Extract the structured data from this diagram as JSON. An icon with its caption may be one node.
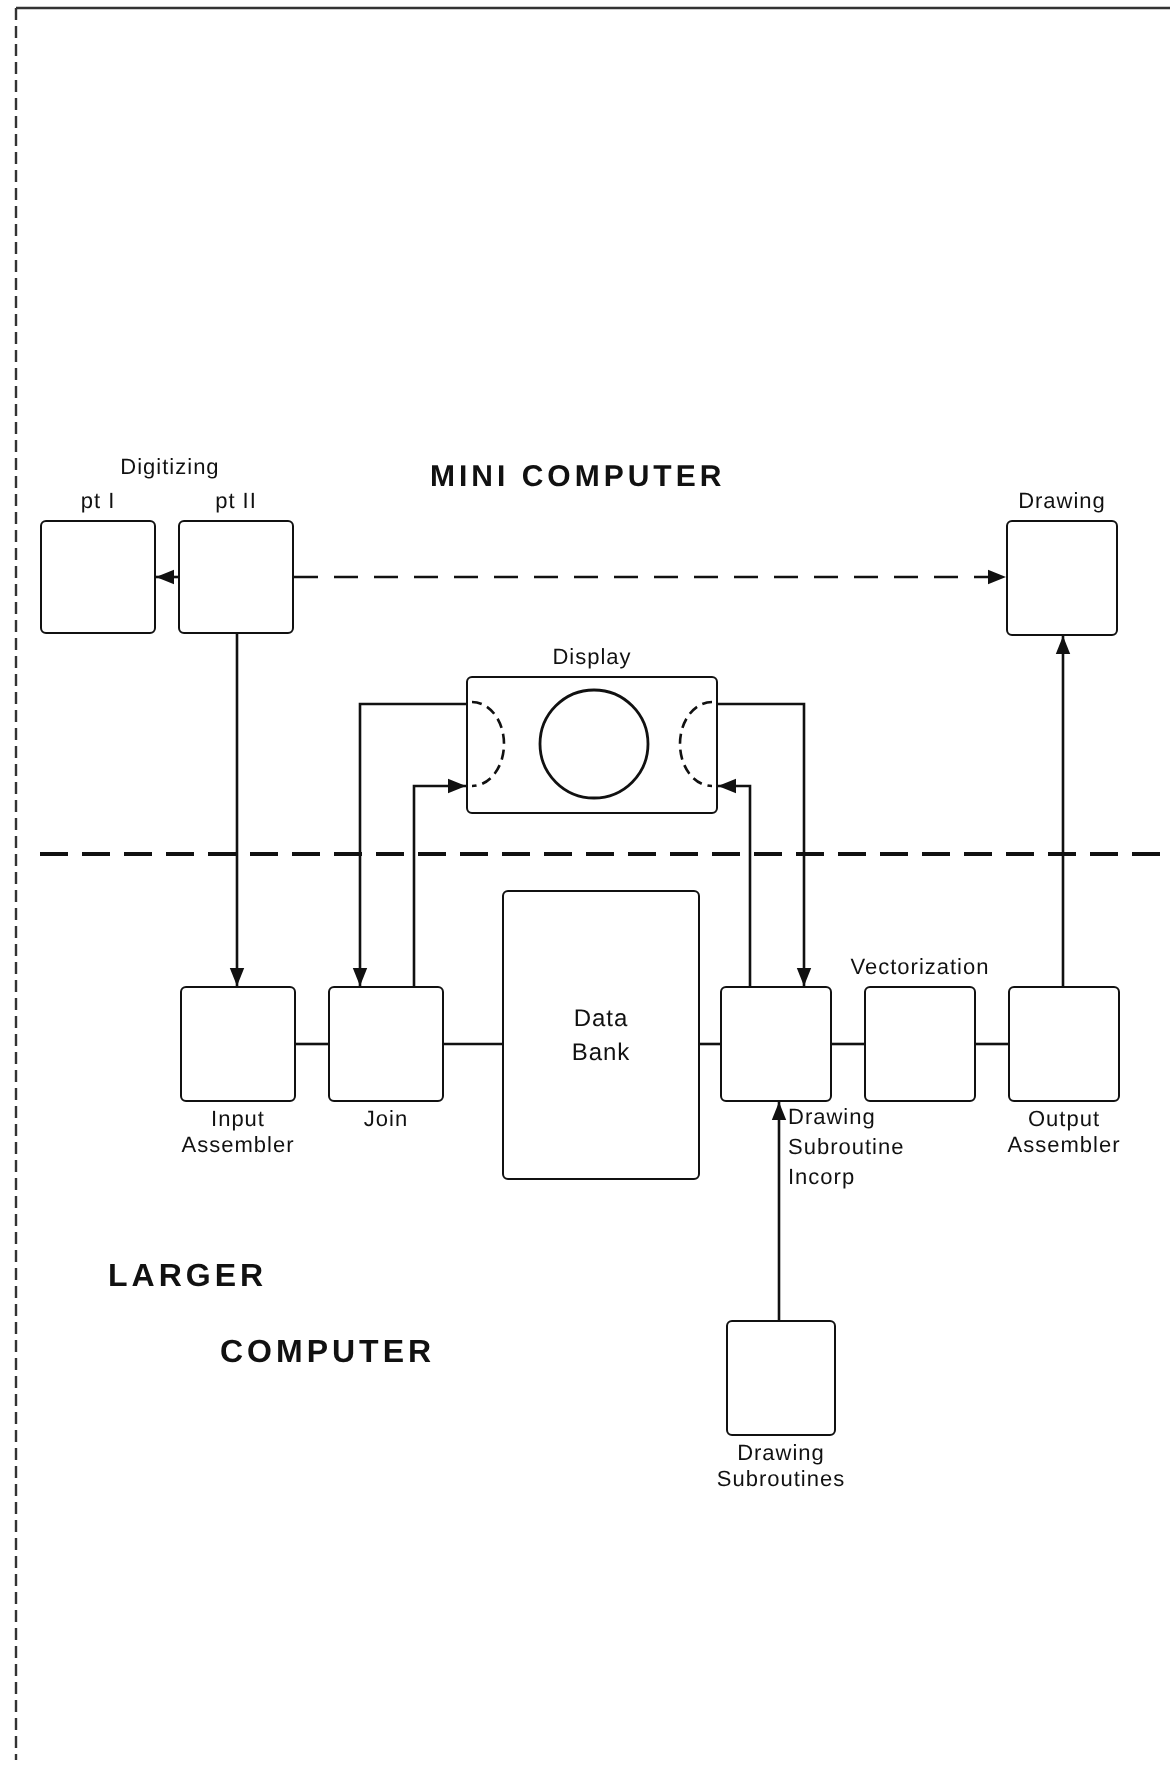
{
  "diagram": {
    "nodes": [
      {
        "text": [
          "pt I"
        ]
      },
      {
        "text": [
          "pt II"
        ]
      },
      {
        "text": [
          "Drawing"
        ]
      },
      {
        "text": [
          "Display"
        ]
      },
      {
        "text": [
          "Input Assembler"
        ]
      },
      {
        "text": [
          "Join"
        ]
      },
      {
        "text": [
          "Data Bank"
        ]
      },
      {
        "text": [
          "Drawing Subroutine Incorp"
        ]
      },
      {
        "text": [
          "Vectorization"
        ]
      },
      {
        "text": [
          "Output Assembler"
        ]
      },
      {
        "text": [
          "Drawing Subroutines"
        ]
      }
    ],
    "edges": [
      {
        "from": 1,
        "to": 0,
        "arrow": "to"
      },
      {
        "from": 1,
        "to": 2,
        "arrow": "to",
        "style": "dashed"
      },
      {
        "from": 1,
        "to": 4,
        "arrow": "to"
      },
      {
        "from": 3,
        "to": 5,
        "arrow": "to"
      },
      {
        "from": 5,
        "to": 3,
        "arrow": "to"
      },
      {
        "from": 3,
        "to": 7,
        "arrow": "to"
      },
      {
        "from": 7,
        "to": 3,
        "arrow": "to"
      },
      {
        "from": 10,
        "to": 7,
        "arrow": "to"
      },
      {
        "from": 4,
        "to": 5,
        "arrow": "none"
      },
      {
        "from": 5,
        "to": 6,
        "arrow": "none"
      },
      {
        "from": 6,
        "to": 7,
        "arrow": "none"
      },
      {
        "from": 7,
        "to": 8,
        "arrow": "none"
      },
      {
        "from": 8,
        "to": 9,
        "arrow": "none"
      },
      {
        "from": 9,
        "to": 2,
        "arrow": "to"
      }
    ],
    "labels": [
      "Digitizing",
      "MINI COMPUTER",
      "LARGER COMPUTER"
    ]
  }
}
